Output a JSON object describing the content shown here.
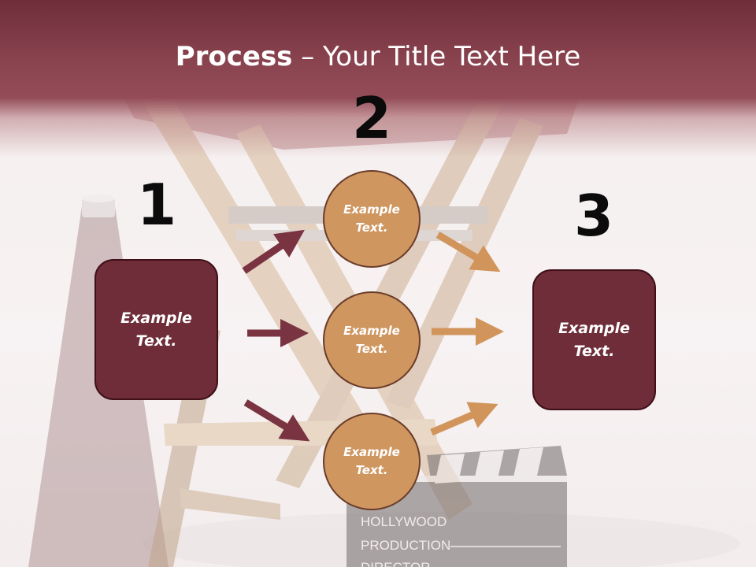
{
  "title": {
    "bold": "Process",
    "rest": " – Your Title Text Here"
  },
  "steps": [
    {
      "number": "1",
      "text": "Example Text."
    },
    {
      "number": "2",
      "text": "Example Text."
    },
    {
      "number": "3",
      "text": "Example Text."
    }
  ],
  "circles": [
    {
      "text": "Example Text."
    },
    {
      "text": "Example Text."
    },
    {
      "text": "Example Text."
    }
  ],
  "clapperboard": {
    "line1": "HOLLYWOOD",
    "line2": "PRODUCTION",
    "line3": "DIRECTOR"
  },
  "colors": {
    "header": "#8a4450",
    "box": "#6e2d38",
    "circle": "#cf9660",
    "arrow_left": "#7a3340",
    "arrow_right": "#d1955c"
  }
}
